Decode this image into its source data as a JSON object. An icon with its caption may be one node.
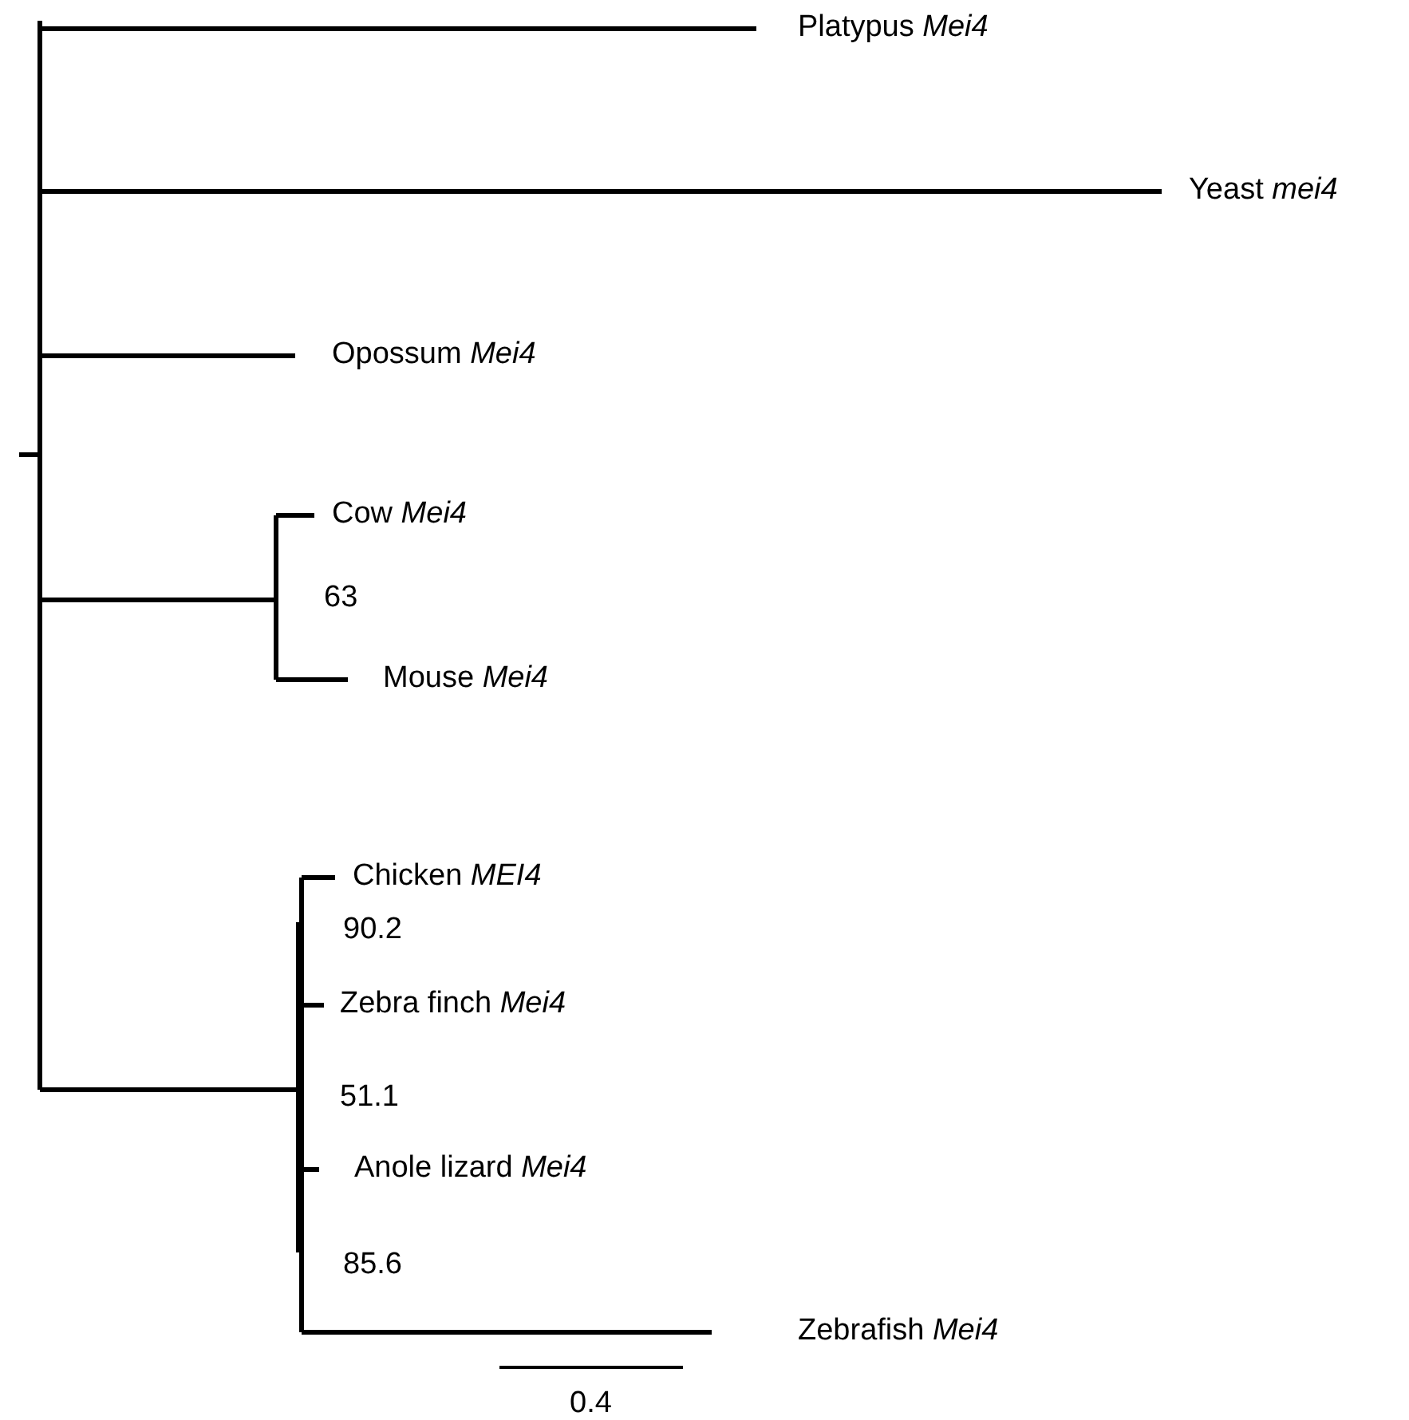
{
  "diagram": {
    "nodes": [
      {
        "text": [
          "Platypus *Mei4*"
        ]
      },
      {
        "text": [
          "Yeast *mei4*"
        ]
      },
      {
        "text": [
          "Opossum *Mei4*"
        ]
      },
      {
        "text": [
          "Cow *Mei4*"
        ]
      },
      {
        "text": [
          "Mouse *Mei4*"
        ]
      },
      {
        "text": [
          "Chicken *MEI4*"
        ]
      },
      {
        "text": [
          "Zebra finch *Mei4*"
        ]
      },
      {
        "text": [
          "Anole lizard *Mei4*"
        ]
      },
      {
        "text": [
          "Zebrafish *Mei4*"
        ]
      }
    ],
    "edges": [
      {
        "from": null,
        "to": 0,
        "arrow": "none"
      },
      {
        "from": null,
        "to": 1,
        "arrow": "none"
      },
      {
        "from": null,
        "to": 2,
        "arrow": "none"
      },
      {
        "from": null,
        "to": 3,
        "arrow": "none"
      },
      {
        "from": null,
        "to": 4,
        "arrow": "none"
      },
      {
        "from": null,
        "to": 5,
        "arrow": "none"
      },
      {
        "from": null,
        "to": 6,
        "arrow": "none"
      },
      {
        "from": null,
        "to": 7,
        "arrow": "none"
      },
      {
        "from": null,
        "to": 8,
        "arrow": "none"
      }
    ],
    "labels": [
      "63",
      "90.2",
      "51.1",
      "85.6",
      "0.4"
    ]
  }
}
